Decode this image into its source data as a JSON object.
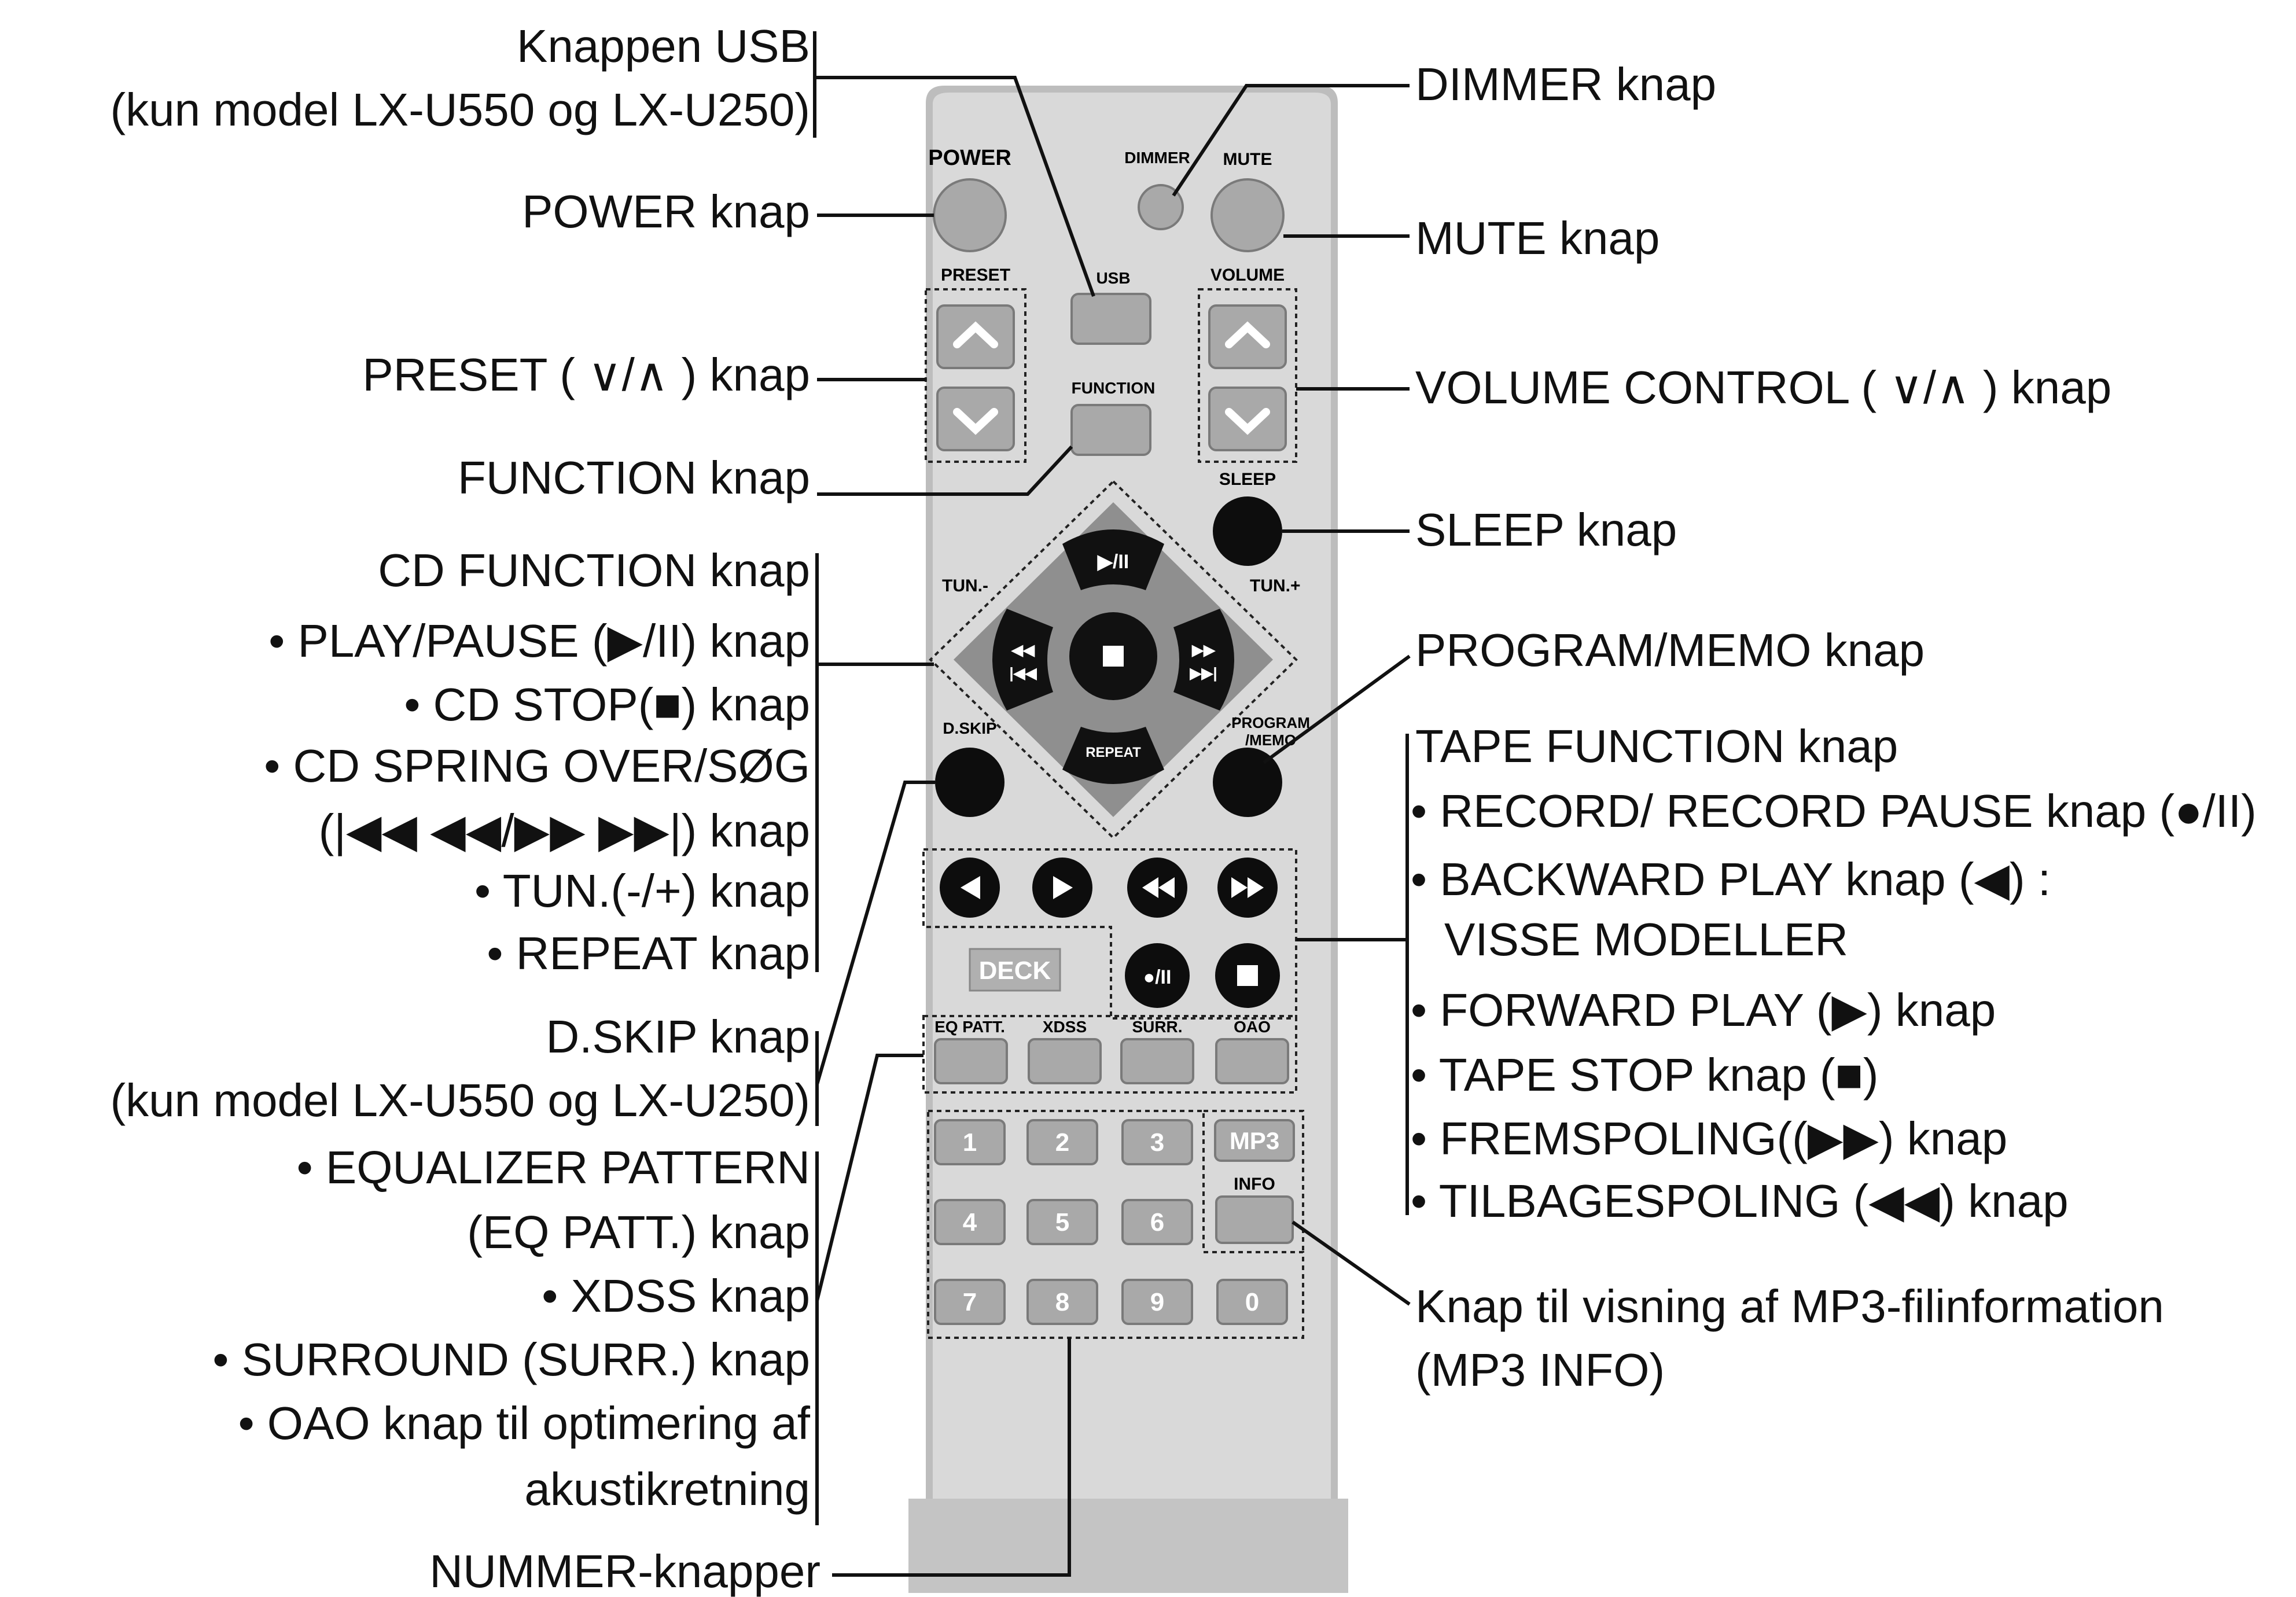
{
  "remote": {
    "power": "POWER",
    "dimmer": "DIMMER",
    "mute": "MUTE",
    "preset": "PRESET",
    "usb": "USB",
    "volume": "VOLUME",
    "function": "FUNCTION",
    "sleep": "SLEEP",
    "tun_minus": "TUN.-",
    "tun_plus": "TUN.+",
    "play_pause": "▶/II",
    "stop": "■",
    "repeat": "REPEAT",
    "skip_back": "◀◀\n|◀◀",
    "skip_fwd": "▶▶\n▶▶|",
    "dskip": "D.SKIP",
    "program_memo": "PROGRAM\n/MEMO",
    "deck": "DECK",
    "tape_back": "◀",
    "tape_play": "▶",
    "tape_rew": "◀◀",
    "tape_ff": "▶▶",
    "tape_rec": "●/II",
    "tape_stop": "■",
    "eq_patt": "EQ PATT.",
    "xdss": "XDSS",
    "surr": "SURR.",
    "oao": "OAO",
    "mp3": "MP3",
    "info": "INFO",
    "digits": [
      "1",
      "2",
      "3",
      "4",
      "5",
      "6",
      "7",
      "8",
      "9",
      "0"
    ]
  },
  "left_labels": {
    "usb_1": "Knappen USB",
    "usb_2": "(kun model LX-U550 og LX-U250)",
    "power": "POWER knap",
    "preset": "PRESET ( ∨/∧ ) knap",
    "function": "FUNCTION knap",
    "cd_function": "CD FUNCTION knap",
    "play_pause": "• PLAY/PAUSE (▶/II) knap",
    "cd_stop": "• CD STOP(■) knap",
    "cd_skip_1": "• CD SPRING OVER/SØG",
    "cd_skip_2": "(|◀◀  ◀◀/▶▶  ▶▶|) knap",
    "tun": "• TUN.(-/+) knap",
    "repeat": "• REPEAT knap",
    "dskip_1": "D.SKIP knap",
    "dskip_2": "(kun model LX-U550 og LX-U250)",
    "eq_1": "• EQUALIZER PATTERN",
    "eq_2": "(EQ PATT.) knap",
    "xdss": "• XDSS knap",
    "surround": "• SURROUND (SURR.) knap",
    "oao_1": "• OAO knap til optimering af",
    "oao_2": "akustikretning",
    "nummer": "NUMMER-knapper"
  },
  "right_labels": {
    "dimmer": "DIMMER knap",
    "mute": "MUTE knap",
    "volume": "VOLUME CONTROL ( ∨/∧ ) knap",
    "sleep": "SLEEP knap",
    "program": "PROGRAM/MEMO knap",
    "tape_function": "TAPE FUNCTION knap",
    "record": "• RECORD/ RECORD PAUSE knap (●/II)",
    "backward_1": "• BACKWARD PLAY knap (◀) :",
    "backward_2": "VISSE MODELLER",
    "forward": "• FORWARD PLAY (▶) knap",
    "tape_stop": "• TAPE STOP knap (■)",
    "ff": "• FREMSPOLING((▶▶) knap",
    "rew": "• TILBAGESPOLING (◀◀) knap",
    "mp3info_1": "Knap til visning af MP3-filinformation",
    "mp3info_2": "(MP3 INFO)"
  },
  "colors": {
    "remote_body": "#d6d6d6",
    "remote_edge": "#bdbdbd",
    "gray_button": "#a9a9a9",
    "black_button": "#0d0d0d",
    "line": "#111111"
  }
}
